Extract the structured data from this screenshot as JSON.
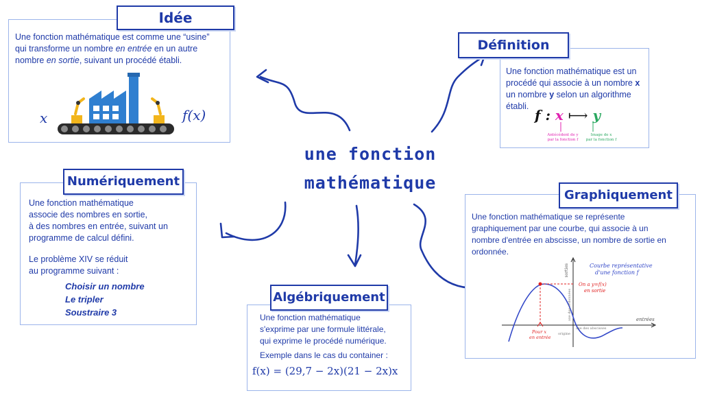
{
  "center": {
    "line1": "une fonction",
    "line2": "mathématique"
  },
  "idee": {
    "title": "Idée",
    "text_part1": "Une fonction mathématique est comme une “usine”",
    "text_part2": "qui transforme un nombre ",
    "text_em1": "en entrée",
    "text_part3": " en un autre",
    "text_part4": "nombre ",
    "text_em2": "en sortie",
    "text_part5": ", suivant un procédé établi.",
    "input_label": "x",
    "output_label": "f(x)",
    "factory_icon": "factory-icon"
  },
  "definition": {
    "title": "Définition",
    "line1": "Une fonction mathématique est un",
    "line2a": "procédé qui associe à un nombre ",
    "line2b": "x",
    "line3a": "un nombre ",
    "line3b": "y",
    "line3c": " selon un algorithme",
    "line4": "établi.",
    "formula_f": "f :",
    "formula_x": "x",
    "formula_arrow": "⟼",
    "formula_y": "y",
    "note_x1": "Antécédent de y",
    "note_x2": "par la fonction f",
    "note_y1": "Image de x",
    "note_y2": "par la fonction f",
    "colors": {
      "x": "#e020b0",
      "y": "#2aa860"
    }
  },
  "numeriquement": {
    "title": "Numériquement",
    "line1": "Une fonction mathématique",
    "line2": "associe des nombres en sortie,",
    "line3": "à des nombres en entrée, suivant un",
    "line4": "programme de calcul défini.",
    "line5": "Le problème XIV se réduit",
    "line6": "au programme suivant :",
    "steps": [
      "Choisir un nombre",
      "Le tripler",
      "Soustraire 3"
    ]
  },
  "algebriquement": {
    "title": "Algébriquement",
    "line1": "Une fonction mathématique",
    "line2": "s'exprime par une formule littérale,",
    "line3": "qui exprime le procédé numérique.",
    "line4": "Exemple dans le cas du container :",
    "formula": "f(x) = (29,7 − 2x)(21 − 2x)x"
  },
  "graphiquement": {
    "title": "Graphiquement",
    "line1": "Une fonction mathématique se représente",
    "line2": "graphiquement par une courbe, qui associe à un",
    "line3": "nombre d'entrée en abscisse, un nombre de sortie en",
    "line4": "ordonnée.",
    "curve_label1": "Courbe représentative",
    "curve_label2": "d'une fonction f",
    "output_note1": "On a y=f(x)",
    "output_note2": "en sortie",
    "input_note1": "Pour x",
    "input_note2": "en entrée",
    "axis_y": "sorties",
    "axis_x": "entrées",
    "axis_y_name": "axe des ordonnées",
    "axis_x_name": "axe des abscisses",
    "origin": "origine"
  },
  "colors": {
    "accent": "#1f3aa8",
    "border": "#9bb4ea",
    "red": "#e02020"
  }
}
